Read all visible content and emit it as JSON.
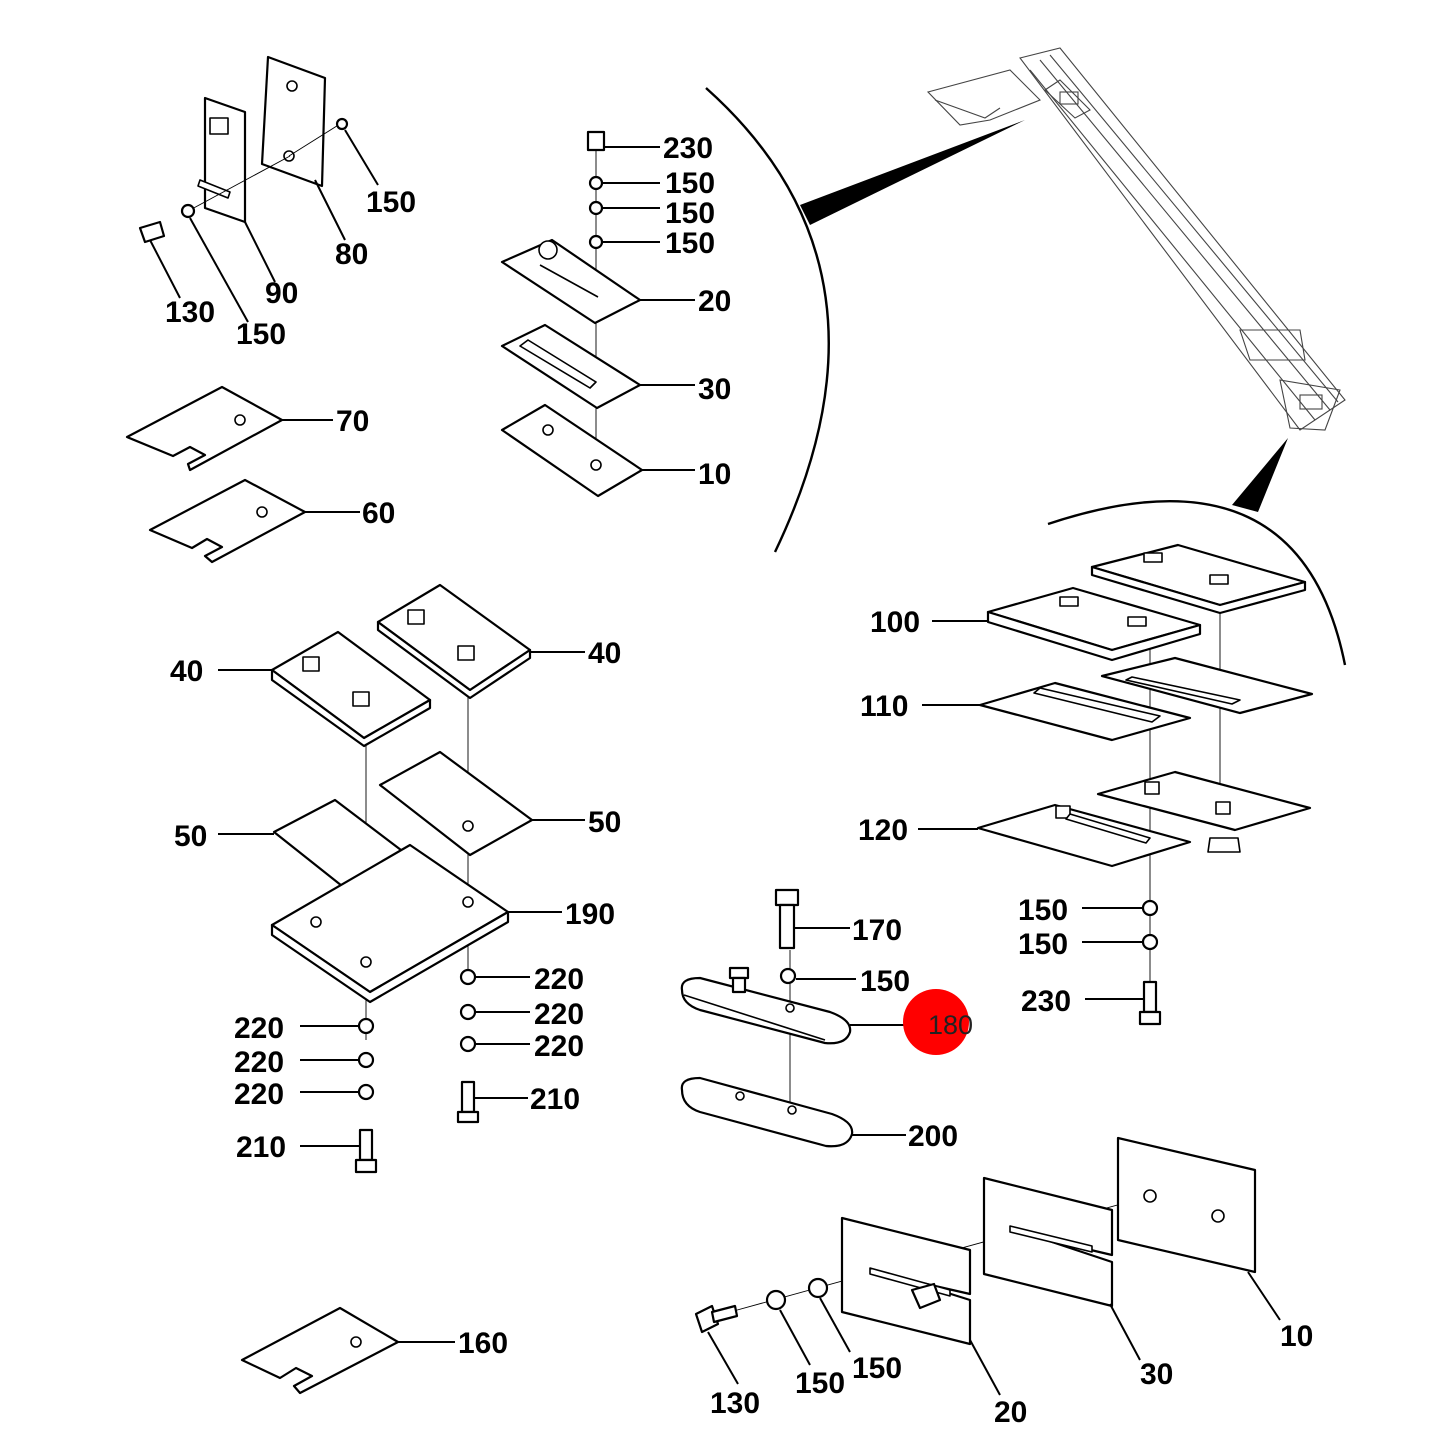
{
  "callouts": {
    "c230a": "230",
    "c150a": "150",
    "c150b": "150",
    "c150c": "150",
    "c20a": "20",
    "c30a": "30",
    "c10a": "10",
    "c150d": "150",
    "c80": "80",
    "c90": "90",
    "c130a": "130",
    "c150e": "150",
    "c70": "70",
    "c60": "60",
    "c40a": "40",
    "c40b": "40",
    "c50a": "50",
    "c50b": "50",
    "c190": "190",
    "c220a": "220",
    "c220b": "220",
    "c220c": "220",
    "c220d": "220",
    "c220e": "220",
    "c220f": "220",
    "c210a": "210",
    "c210b": "210",
    "c100": "100",
    "c110": "110",
    "c120": "120",
    "c150f": "150",
    "c150g": "150",
    "c230b": "230",
    "c170": "170",
    "c150h": "150",
    "c180": "180",
    "c200": "200",
    "c160": "160",
    "c130b": "130",
    "c150i": "150",
    "c150j": "150",
    "c20b": "20",
    "c30b": "30",
    "c10b": "10"
  },
  "highlight": {
    "label": "180",
    "color": "#ff0000"
  }
}
